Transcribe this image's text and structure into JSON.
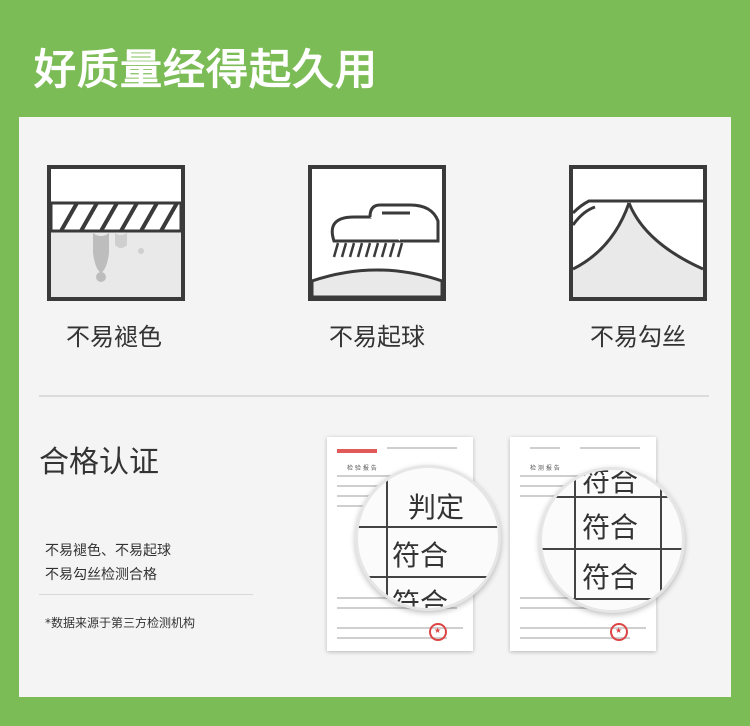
{
  "header": {
    "title": "好质量经得起久用"
  },
  "features": [
    {
      "label": "不易褪色",
      "icon": "fabric-drip-icon"
    },
    {
      "label": "不易起球",
      "icon": "brush-hand-icon"
    },
    {
      "label": "不易勾丝",
      "icon": "fabric-snag-icon"
    }
  ],
  "certification": {
    "title": "合格认证",
    "lines": [
      "不易褪色、不易起球",
      "不易勾丝检测合格"
    ],
    "note": "*数据来源于第三方检测机构",
    "doc1": {
      "header": "检 验 报 告",
      "zoom_words": [
        "判定",
        "符合",
        "符合"
      ]
    },
    "doc2": {
      "header": "检 测 报 告",
      "zoom_words": [
        "符合",
        "符合",
        "符合"
      ]
    }
  },
  "colors": {
    "brand_green": "#7cbc56",
    "panel": "#f4f4f4",
    "icon_stroke": "#3a3a3a"
  }
}
